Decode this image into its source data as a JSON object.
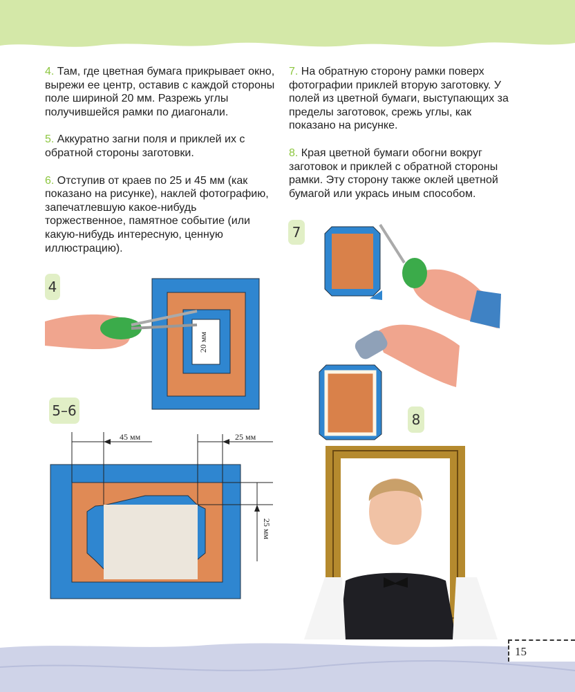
{
  "steps_left": [
    {
      "num": "4.",
      "text": " Там, где цветная бумага прикрывает окно, вырежи ее центр, оставив с каждой стороны поле шириной 20 мм. Разрежь углы получившейся рамки по диагонали."
    },
    {
      "num": "5.",
      "text": " Аккуратно загни поля и приклей их с обратной стороны заготовки."
    },
    {
      "num": "6.",
      "text": " Отступив от краев по 25 и 45 мм (как показано на рисунке), наклей фотографию, запечатлевшую какое-нибудь торжественное, памятное событие (или какую-нибудь интересную, ценную иллюстрацию)."
    }
  ],
  "steps_right": [
    {
      "num": "7.",
      "text": " На обратную сторону рамки поверх фотографии приклей вторую заготовку. У полей из цветной бумаги, выступающих за пределы заготовок, срежь углы, как показано на рисунке."
    },
    {
      "num": "8.",
      "text": " Края цветной бумаги обогни вокруг заготовок и приклей с обратной стороны рамки. Эту сторону также оклей цветной бумагой или укрась иным способом."
    }
  ],
  "badges": {
    "fig4": "4",
    "fig56": "5–6",
    "fig7": "7",
    "fig8": "8"
  },
  "dimensions": {
    "window_margin": "20 мм",
    "left_offset": "45 мм",
    "right_offset": "25 мм",
    "top_offset": "25 мм"
  },
  "page_number": "15",
  "colors": {
    "accent_green": "#8cc63f",
    "badge_bg": "#e1efc6",
    "frame_blue": "#2f86d0",
    "wood": "#e08a55",
    "top_band": "#d4e8a8",
    "bottom_band": "#cfd3e8"
  }
}
